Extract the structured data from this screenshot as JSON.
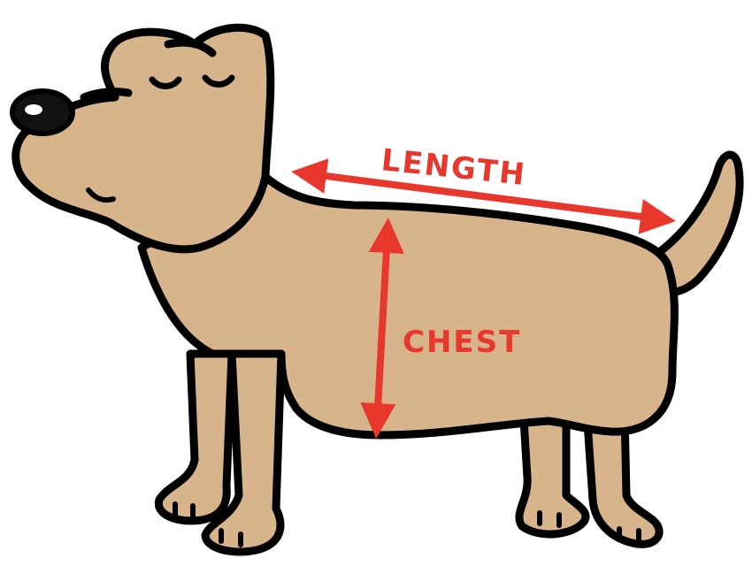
{
  "labels": {
    "length": "LENGTH",
    "chest": "CHEST"
  },
  "colors": {
    "fur": "#d7b48b",
    "outline": "#000000",
    "measure": "#e8382e",
    "nose": "#111111",
    "background": "#ffffff"
  },
  "icons": {
    "figure": "dog-icon",
    "length_arrow": "double-arrow-horizontal",
    "chest_arrow": "double-arrow-vertical"
  }
}
